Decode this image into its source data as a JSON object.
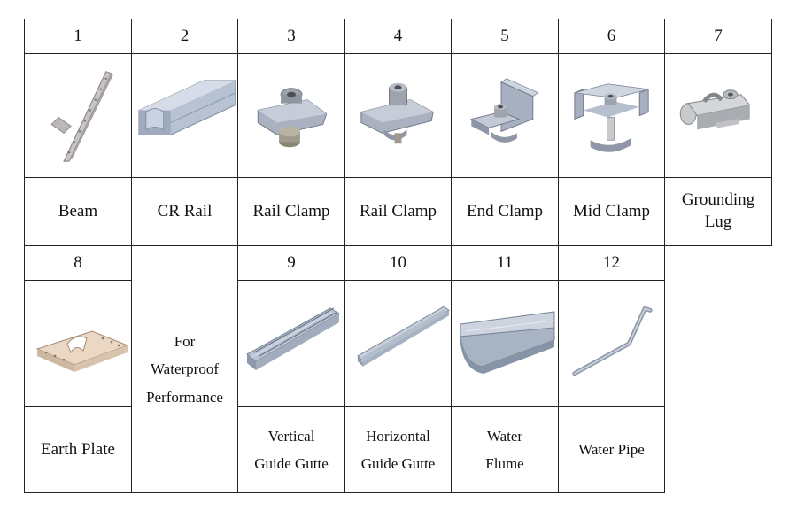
{
  "row1": [
    {
      "num": "1",
      "label": "Beam",
      "icon": "beam-icon"
    },
    {
      "num": "2",
      "label": "CR Rail",
      "icon": "cr-rail-icon"
    },
    {
      "num": "3",
      "label": "Rail Clamp",
      "icon": "rail-clamp-icon"
    },
    {
      "num": "4",
      "label": "Rail Clamp",
      "icon": "rail-clamp-alt-icon"
    },
    {
      "num": "5",
      "label": "End Clamp",
      "icon": "end-clamp-icon"
    },
    {
      "num": "6",
      "label": "Mid Clamp",
      "icon": "mid-clamp-icon"
    },
    {
      "num": "7",
      "label_lines": [
        "Grounding",
        "Lug"
      ],
      "icon": "grounding-lug-icon"
    }
  ],
  "row2": {
    "earth_plate": {
      "num": "8",
      "label": "Earth Plate",
      "icon": "earth-plate-icon"
    },
    "merged_lines": [
      "For",
      "Waterproof",
      "Performance"
    ],
    "items": [
      {
        "num": "9",
        "label_lines": [
          "Vertical",
          "Guide Gutte"
        ],
        "icon": "vertical-guide-gutter-icon"
      },
      {
        "num": "10",
        "label_lines": [
          "Horizontal",
          "Guide Gutte"
        ],
        "icon": "horizontal-guide-gutter-icon"
      },
      {
        "num": "11",
        "label_lines": [
          "Water",
          "Flume"
        ],
        "icon": "water-flume-icon"
      },
      {
        "num": "12",
        "label": "Water Pipe",
        "icon": "water-pipe-icon"
      }
    ]
  }
}
